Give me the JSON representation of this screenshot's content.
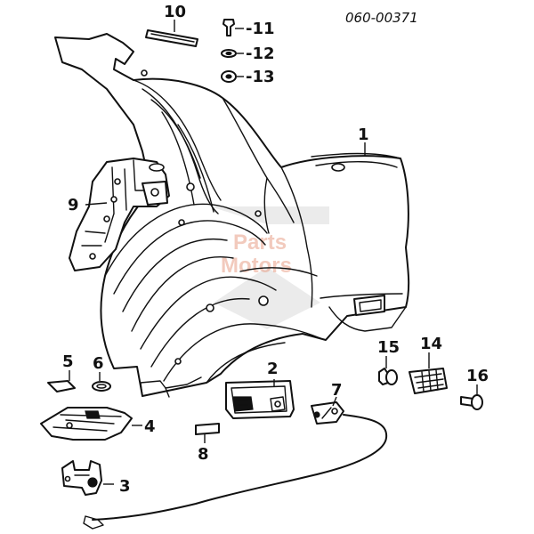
{
  "diagram": {
    "document_number": "060-00371",
    "watermark": [
      "Parts",
      "Motors"
    ],
    "callouts": [
      {
        "id": "1",
        "label": "1"
      },
      {
        "id": "2",
        "label": "2"
      },
      {
        "id": "3",
        "label": "3"
      },
      {
        "id": "4",
        "label": "4"
      },
      {
        "id": "5",
        "label": "5"
      },
      {
        "id": "6",
        "label": "6"
      },
      {
        "id": "7",
        "label": "7"
      },
      {
        "id": "8",
        "label": "8"
      },
      {
        "id": "9",
        "label": "9"
      },
      {
        "id": "10",
        "label": "10"
      },
      {
        "id": "11",
        "label": "11"
      },
      {
        "id": "12",
        "label": "12"
      },
      {
        "id": "13",
        "label": "13"
      },
      {
        "id": "14",
        "label": "14"
      },
      {
        "id": "15",
        "label": "15"
      },
      {
        "id": "16",
        "label": "16"
      }
    ]
  }
}
